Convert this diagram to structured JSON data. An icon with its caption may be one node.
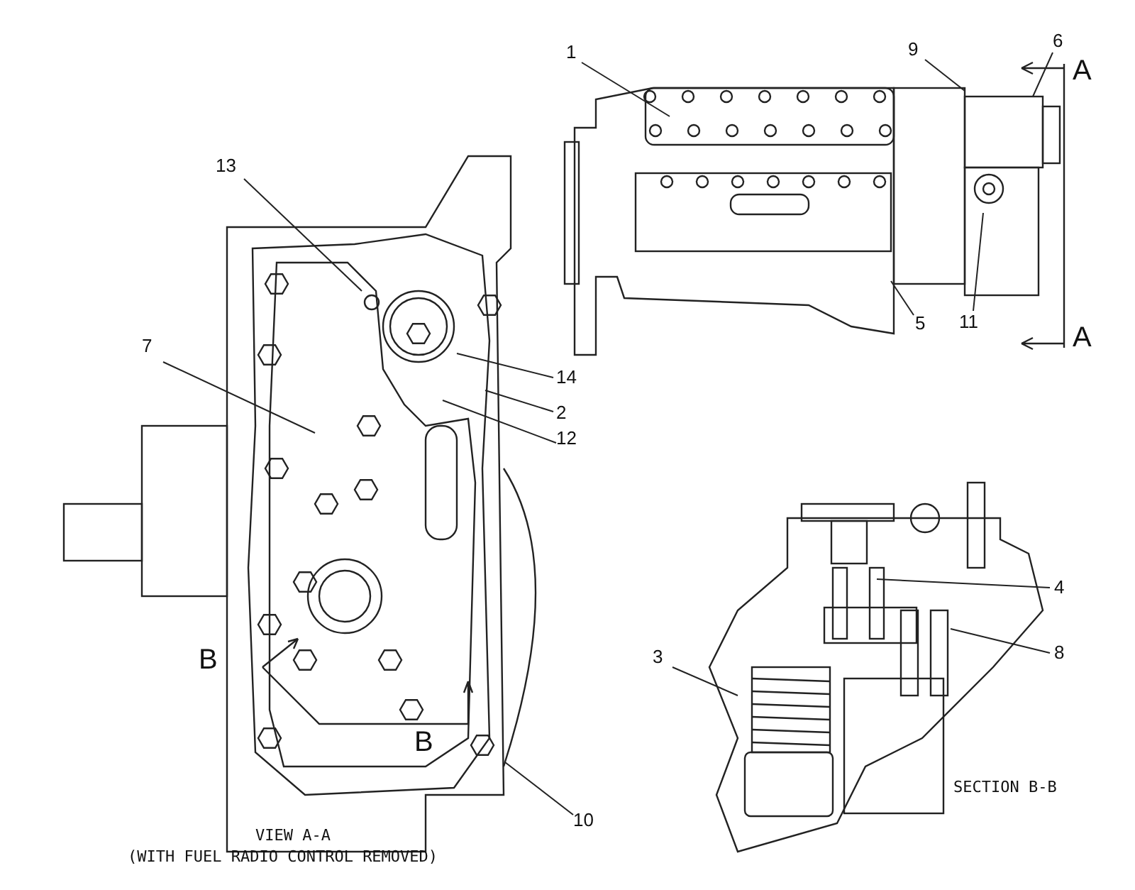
{
  "diagram": {
    "nodes": [
      {
        "text": [
          "1"
        ]
      },
      {
        "text": [
          "9"
        ]
      },
      {
        "text": [
          "6"
        ]
      },
      {
        "text": [
          "13"
        ]
      },
      {
        "text": [
          "5"
        ]
      },
      {
        "text": [
          "11"
        ]
      },
      {
        "text": [
          "7"
        ]
      },
      {
        "text": [
          "14"
        ]
      },
      {
        "text": [
          "2"
        ]
      },
      {
        "text": [
          "12"
        ]
      },
      {
        "text": [
          "4"
        ]
      },
      {
        "text": [
          "8"
        ]
      },
      {
        "text": [
          "3"
        ]
      },
      {
        "text": [
          "10"
        ]
      }
    ],
    "edges": [
      {
        "from": 0,
        "to": null,
        "arrow": "none"
      },
      {
        "from": 1,
        "to": null,
        "arrow": "none"
      },
      {
        "from": 2,
        "to": null,
        "arrow": "none"
      },
      {
        "from": 3,
        "to": null,
        "arrow": "none"
      },
      {
        "from": 4,
        "to": null,
        "arrow": "none"
      },
      {
        "from": 5,
        "to": null,
        "arrow": "none"
      },
      {
        "from": 6,
        "to": null,
        "arrow": "none"
      },
      {
        "from": 7,
        "to": null,
        "arrow": "none"
      },
      {
        "from": 8,
        "to": null,
        "arrow": "none"
      },
      {
        "from": 9,
        "to": null,
        "arrow": "none"
      },
      {
        "from": 10,
        "to": null,
        "arrow": "none"
      },
      {
        "from": 11,
        "to": null,
        "arrow": "none"
      },
      {
        "from": 12,
        "to": null,
        "arrow": "none"
      },
      {
        "from": 13,
        "to": null,
        "arrow": "none"
      }
    ],
    "labels": [
      "A",
      "A",
      "B",
      "B",
      "VIEW A-A",
      "(WITH FUEL RADIO CONTROL REMOVED)",
      "SECTION B-B"
    ]
  }
}
